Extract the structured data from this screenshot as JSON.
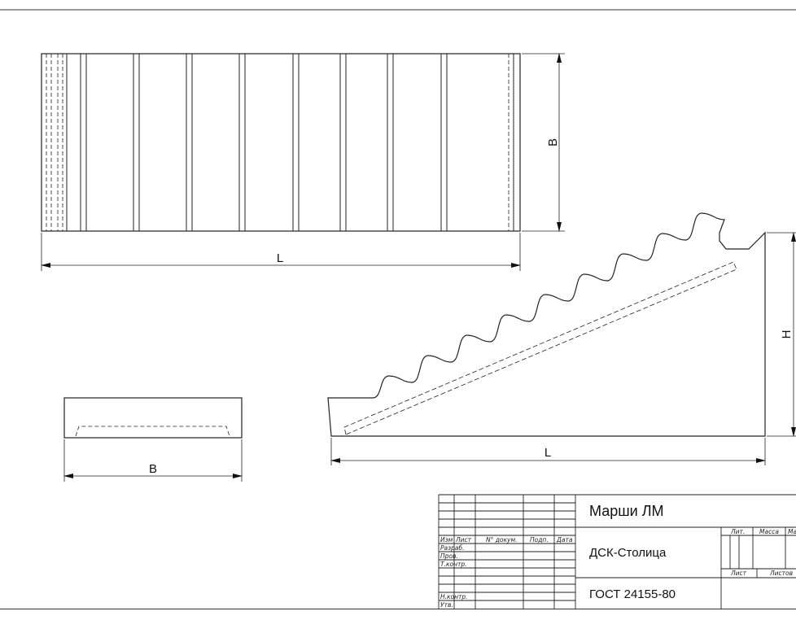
{
  "drawing": {
    "plan_view": {
      "length_label": "L",
      "width_label": "В"
    },
    "section_view": {
      "width_label": "В"
    },
    "side_view": {
      "length_label": "L",
      "height_label": "Н"
    }
  },
  "title_block": {
    "name": "Марши ЛМ",
    "organization": "ДСК-Столица",
    "standard": "ГОСТ 24155-80",
    "col_headers": {
      "izm": "Изм",
      "list": "Лист",
      "doc_no": "N° докум.",
      "sign": "Подп.",
      "date": "Дата"
    },
    "row_labels": {
      "developed": "Разраб.",
      "checked": "Пров.",
      "tech_control": "Т.контр.",
      "norm_control": "Н.контр.",
      "approved": "Утв."
    },
    "right_labels": {
      "lit": "Лит.",
      "mass": "Масса",
      "scale": "Ма",
      "sheet": "Лист",
      "sheets": "Листов"
    }
  }
}
